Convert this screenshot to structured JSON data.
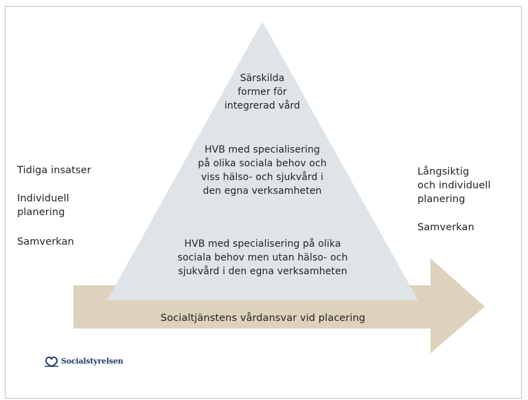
{
  "colors": {
    "arrow": "#ded2bd",
    "pyramid": "#dfe4e9",
    "frame_border": "#b9c2cc",
    "logo": "#1f3a68"
  },
  "pyramid": {
    "top_text": "Särskilda\nformer för\nintegrerad vård",
    "middle_text": "HVB med specialisering\npå olika sociala behov och\nviss hälso- och sjukvård i\nden egna verksamheten",
    "bottom_text": "HVB med specialisering på olika\nsociala behov men utan hälso- och\nsjukvård i den egna verksamheten"
  },
  "arrow": {
    "label": "Socialtjänstens vårdansvar vid placering"
  },
  "left_column": {
    "item1": "Tidiga insatser",
    "item2": "Individuell\nplanering",
    "item3": "Samverkan"
  },
  "right_column": {
    "item1": "Långsiktig\noch individuell\nplanering",
    "item2": "Samverkan"
  },
  "logo": {
    "text": "Socialstyrelsen",
    "icon": "socialstyrelsen-logo-icon"
  }
}
